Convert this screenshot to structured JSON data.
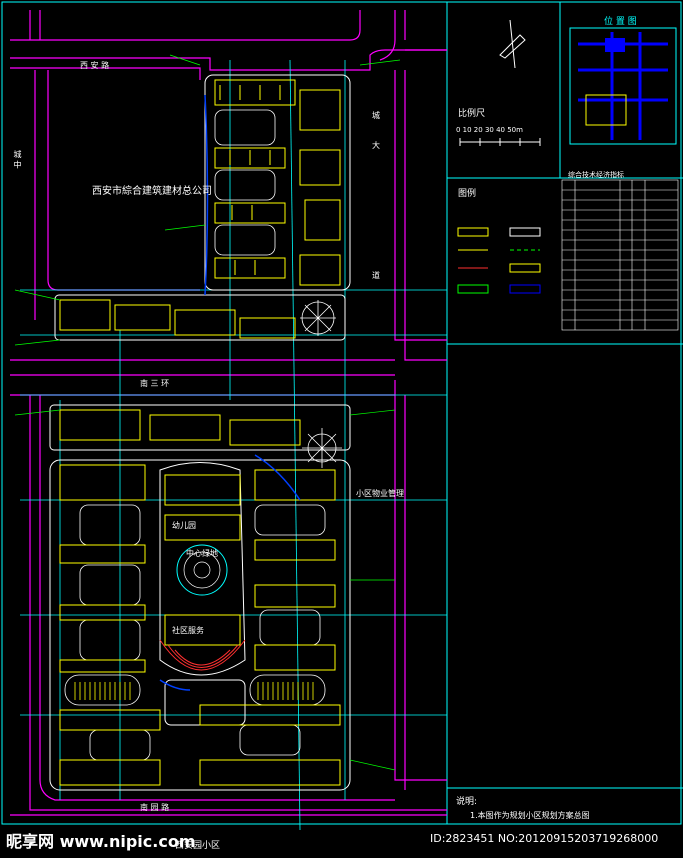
{
  "title_block": {
    "location_map_title": "位 置 图",
    "scale_label": "比例尺",
    "scale_ticks": "0  10 20 30  40 50m",
    "legend_title": "图例",
    "tech_table_title": "综合技术经济指标",
    "notes_title": "说明:",
    "notes_text": "1.本图作为规划小区规划方案总图"
  },
  "labels": {
    "company": "西安市綜合建筑建材总公司",
    "road_south_area": "西安园小区",
    "central_green": "中心绿地",
    "property_mgmt": "小区物业管理",
    "kindergarten": "幼儿园",
    "community_center": "社区服务",
    "north_road": "西 安 路",
    "middle_road": "南  三  环",
    "east_road_1": "城",
    "east_road_2": "大",
    "east_road_3": "道",
    "west_road": "城  中",
    "south_road": "南  园  路"
  },
  "watermark": {
    "brand": "昵享网 www.nipic.com",
    "id_text": "ID:2823451 NO:20120915203719268000"
  },
  "colors": {
    "background": "#000000",
    "road_edge": "#ff00ff",
    "building": "#ffff00",
    "green": "#00ff00",
    "axis": "#00ffff",
    "block_outline": "#ffffff",
    "water": "#0000ff"
  }
}
